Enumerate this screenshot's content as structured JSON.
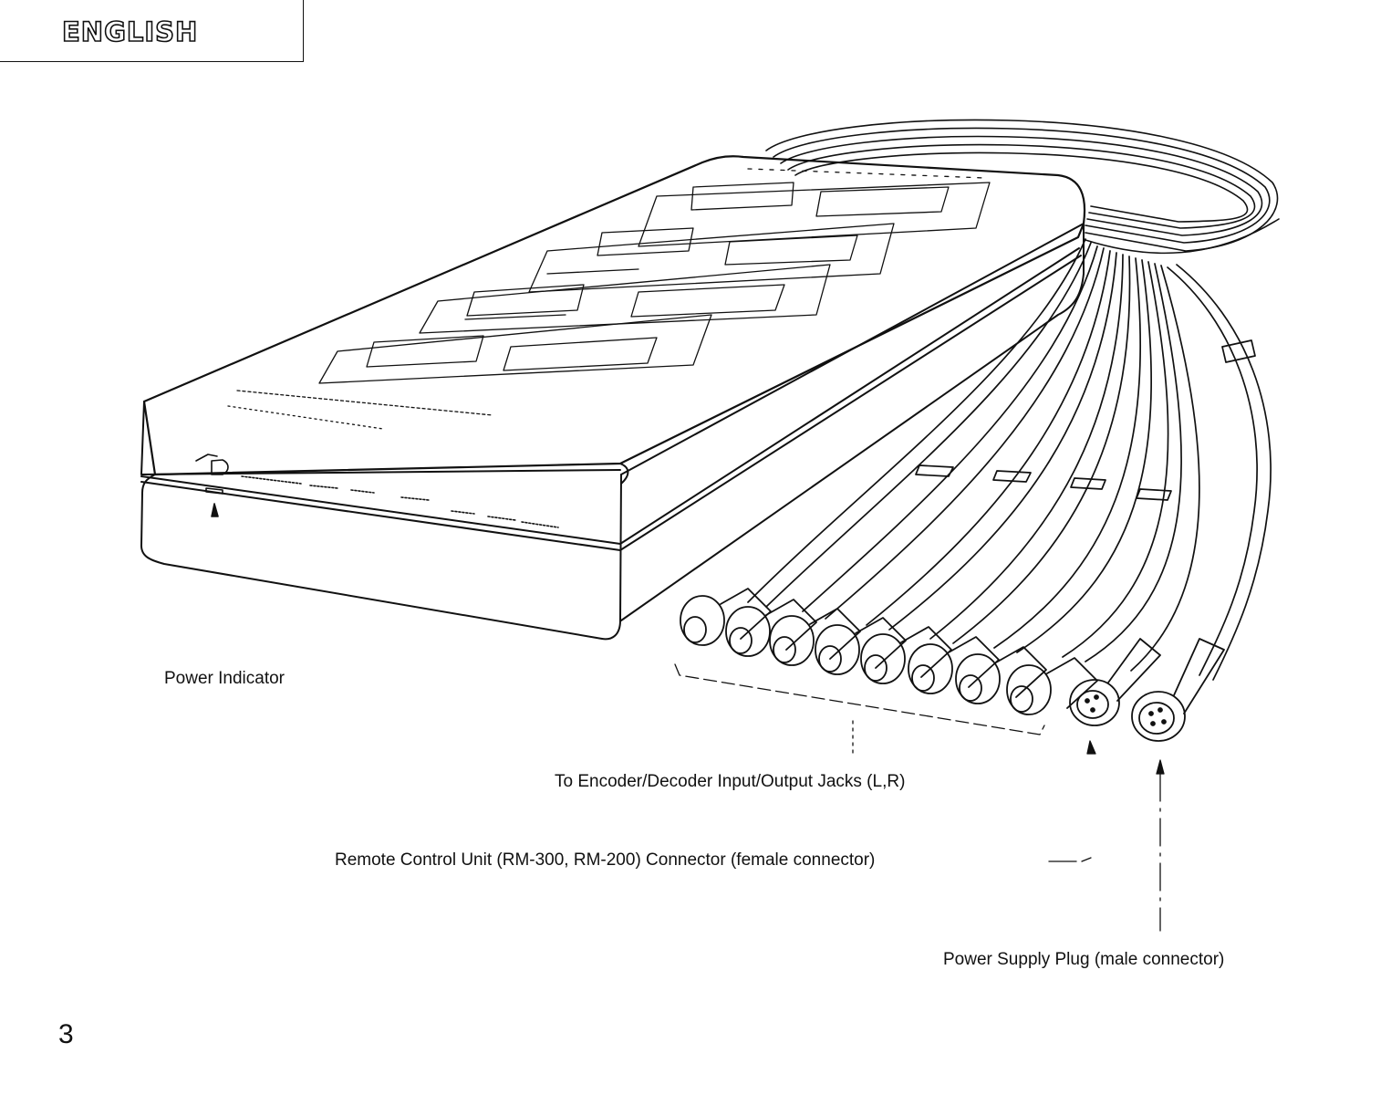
{
  "header": {
    "tab_label": "ENGLISH"
  },
  "labels": {
    "power_indicator": "Power Indicator",
    "io_jacks": "To Encoder/Decoder Input/Output Jacks (L,R)",
    "remote_connector": "Remote Control Unit (RM-300, RM-200) Connector (female connector)",
    "power_plug": "Power Supply Plug (male connector)"
  },
  "footer": {
    "page_number": "3"
  }
}
